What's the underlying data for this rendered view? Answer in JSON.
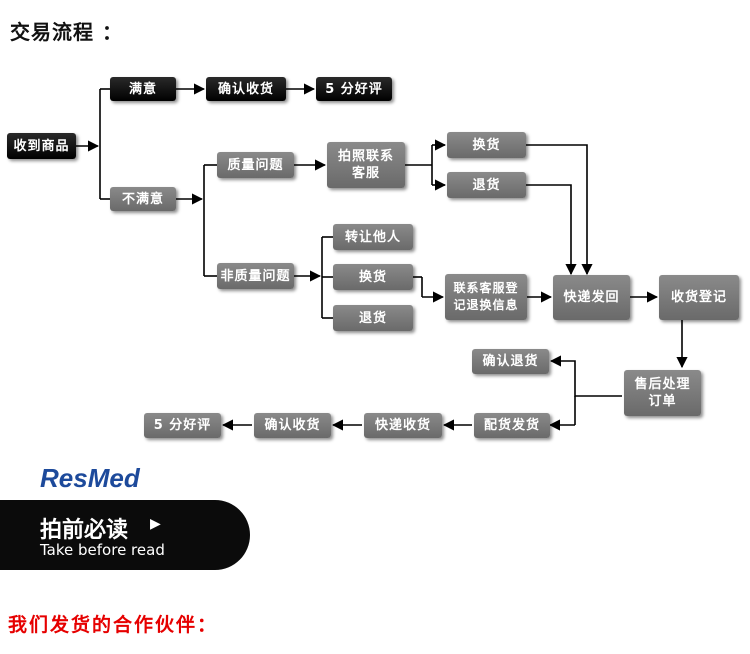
{
  "title": "交易流程 ：",
  "flow": {
    "received": "收到商品",
    "satisfied": "满意",
    "confirm_receipt_top": "确认收货",
    "five_star_top": "5 分好评",
    "unsatisfied": "不满意",
    "quality_issue": "质量问题",
    "photo_contact": [
      "拍照联系",
      "客服"
    ],
    "exchange_a": "换货",
    "return_a": "退货",
    "non_quality_issue": "非质量问题",
    "transfer": "转让他人",
    "exchange_b": "换货",
    "return_b": "退货",
    "contact_register": [
      "联系客服登",
      "记退换信息"
    ],
    "express_back": "快递发回",
    "receipt_register": "收货登记",
    "after_sales": [
      "售后处理",
      "订单"
    ],
    "confirm_return": "确认退货",
    "ship_goods": "配货发货",
    "express_receive": "快递收货",
    "confirm_receipt_bottom": "确认收货",
    "five_star_bottom": "5 分好评"
  },
  "brand": {
    "logo_text": "ResMed",
    "banner_cn": "拍前必读",
    "banner_en": "Take before read"
  },
  "partners_heading": "我们发货的合作伙伴："
}
